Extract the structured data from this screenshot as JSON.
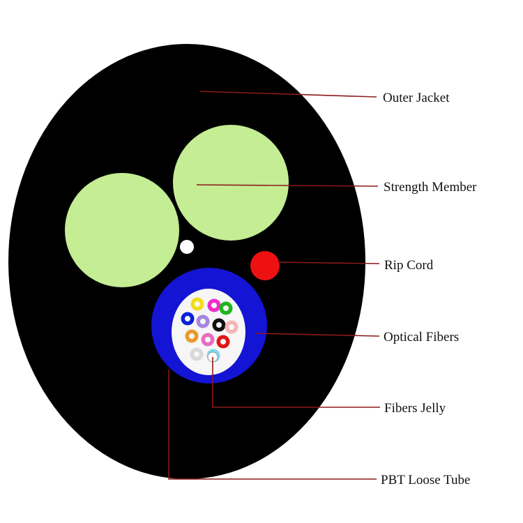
{
  "diagram": {
    "labels": {
      "outer_jacket": "Outer Jacket",
      "strength_member": "Strength Member",
      "rip_cord": "Rip Cord",
      "optical_fibers": "Optical Fibers",
      "fibers_jelly": "Fibers Jelly",
      "pbt_loose_tube": "PBT Loose Tube"
    },
    "colors": {
      "jacket": "#000000",
      "strength_member": "#c5ed94",
      "rip_cord": "#ee1111",
      "loose_tube": "#1414d4",
      "jelly": "#f6f6f6",
      "leader_line": "#8b1a1a",
      "small_filler": "#ffffff"
    },
    "fiber_colors": [
      "#f2dd1a",
      "#ef2ec9",
      "#1fb51f",
      "#0b20d8",
      "#a586e0",
      "#111111",
      "#f5b5b5",
      "#e89a2c",
      "#e86dc0",
      "#e21616",
      "#d9d9d9",
      "#7fd8ef",
      "#ffffff"
    ]
  }
}
